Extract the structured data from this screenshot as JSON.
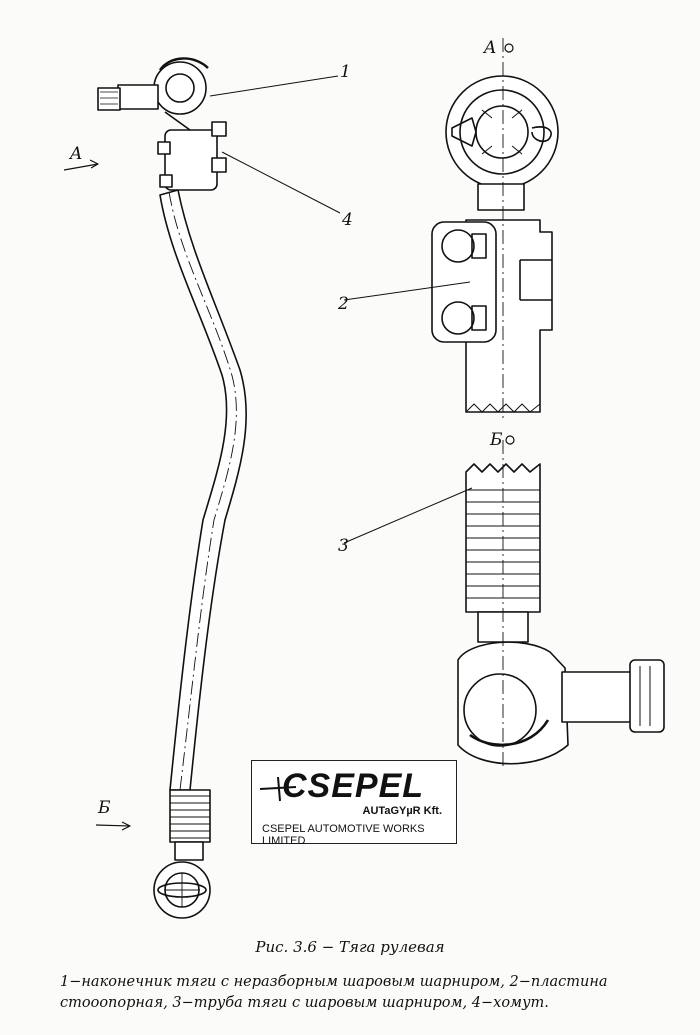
{
  "callouts": {
    "n1": "1",
    "n2": "2",
    "n3": "3",
    "n4": "4",
    "view_a_arrow": "A",
    "view_b_arrow": "Б",
    "view_a_title": "A",
    "view_b_title": "Б"
  },
  "logo": {
    "brand": "CSEPEL",
    "subtitle1": "AUTaGYµR Kft.",
    "subtitle2": "CSEPEL AUTOMOTIVE WORKS LIMITED"
  },
  "caption": "Рис. 3.6 − Тяга рулевая",
  "legend": "1−наконечник тяги с неразборным шаровым шарниром, 2−пластина стооопорная, 3−труба тяги с шаровым шарниром, 4−хомут."
}
